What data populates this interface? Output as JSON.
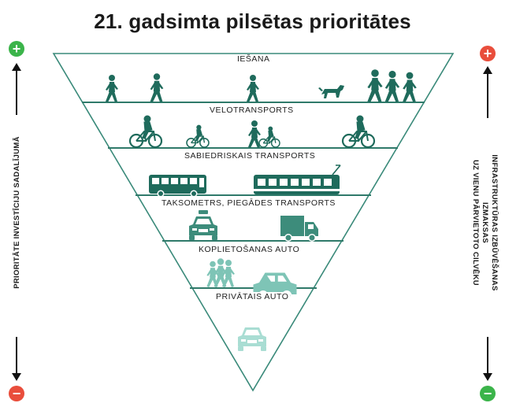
{
  "title": "21. gadsimta pilsētas prioritātes",
  "left_axis": {
    "label": "PRIORITĀTE INVESTĪCIJU SADALĪJUMĀ",
    "top_sign": "+",
    "bottom_sign": "−",
    "top_color": "#3bb44a",
    "bottom_color": "#e94e3c"
  },
  "right_axis": {
    "label_lines": [
      "INFRASTRUKTŪRAS IZBŪVĒŠANAS",
      "IZMAKSAS",
      "UZ VIENU PĀRVIETOTO CILVĒKU"
    ],
    "top_sign": "+",
    "bottom_sign": "−",
    "top_color": "#e94e3c",
    "bottom_color": "#3bb44a"
  },
  "levels": [
    {
      "label": "IEŠANA"
    },
    {
      "label": "VELOTRANSPORTS"
    },
    {
      "label": "SABIEDRISKAIS TRANSPORTS"
    },
    {
      "label": "TAKSOMETRS, PIEGĀDES TRANSPORTS"
    },
    {
      "label": "KOPLIETOŠANAS AUTO"
    },
    {
      "label": "PRIVĀTAIS AUTO"
    }
  ],
  "colors": {
    "icon_dark": "#1f6b5c",
    "icon_mid": "#3d8c7b",
    "icon_light": "#7ec4b6",
    "icon_pale": "#a9ddd3",
    "line": "#2f7a6a",
    "outline": "#3a8a7a"
  }
}
